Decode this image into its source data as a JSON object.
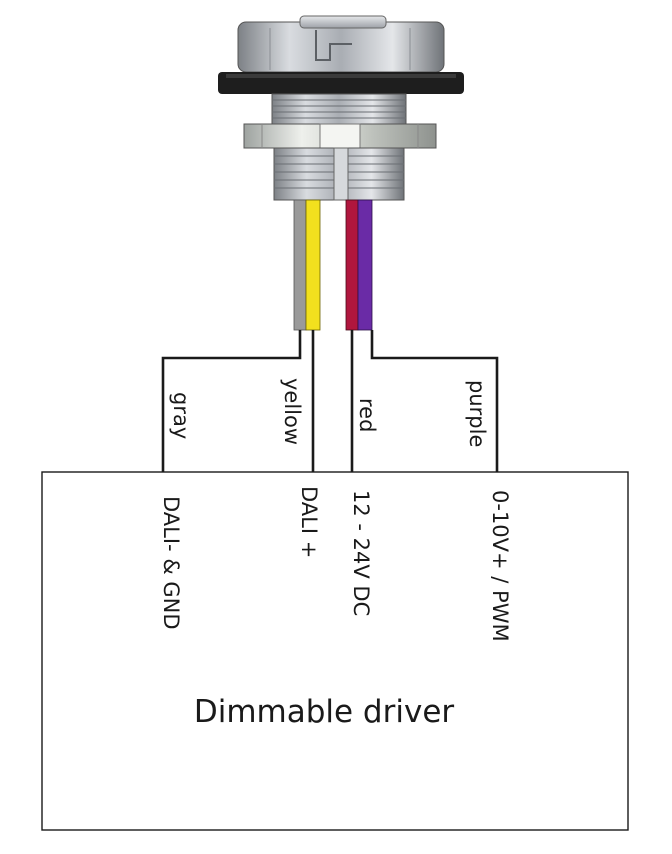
{
  "driver": {
    "title": "Dimmable driver"
  },
  "wires": [
    {
      "id": "gray",
      "label": "gray",
      "terminal": "DALI- & GND",
      "color": "#9a9a9a"
    },
    {
      "id": "yellow",
      "label": "yellow",
      "terminal": "DALI +",
      "color": "#f2e01e"
    },
    {
      "id": "red",
      "label": "red",
      "terminal": "12 - 24V DC",
      "color": "#b0163e"
    },
    {
      "id": "purple",
      "label": "purple",
      "terminal": "0-10V+ / PWM",
      "color": "#6a2ba6"
    }
  ],
  "colors": {
    "line": "#1a1a1a",
    "connector_metal": "#b8bcc2",
    "connector_dark": "#1e1e1e"
  }
}
